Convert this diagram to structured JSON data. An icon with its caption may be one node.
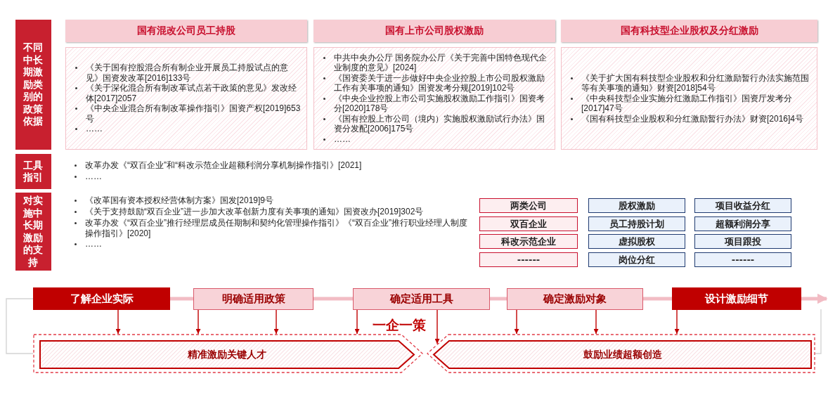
{
  "diagram": {
    "nodes": [
      {
        "text": [
          "不同中长期激励类别的政策依据"
        ]
      },
      {
        "text": [
          "国有混改公司员工持股"
        ]
      },
      {
        "text": [
          "国有上市公司股权激励"
        ]
      },
      {
        "text": [
          "国有科技型企业股权及分红激励"
        ]
      },
      {
        "text": [
          "《关于国有控股混合所有制企业开展员工持股试点的意见》国资发改革[2016]133号",
          "《关于深化混合所有制改革试点若干政策的意见》发改经体[2017]2057",
          "《中央企业混合所有制改革操作指引》国资产权[2019]653号",
          "……"
        ]
      },
      {
        "text": [
          "中共中央办公厅 国务院办公厅《关于完善中国特色现代企业制度的意见》[2024]",
          "《国资委关于进一步做好中央企业控股上市公司股权激励工作有关事项的通知》国资发考分规[2019]102号",
          "《中央企业控股上市公司实施股权激励工作指引》国资考分[2020]178号",
          "《国有控股上市公司（境内）实施股权激励试行办法》国资分发配[2006]175号",
          "……"
        ]
      },
      {
        "text": [
          "《关于扩大国有科技型企业股权和分红激励暂行办法实施范围等有关事项的通知》财资[2018]54号",
          "《中央科技型企业实施分红激励工作指引》国资厅发考分[2017]47号",
          "《国有科技型企业股权和分红激励暂行办法》财资[2016]4号"
        ]
      },
      {
        "text": [
          "工具指引"
        ]
      },
      {
        "text": [
          "对实施中长期激励的支持"
        ]
      },
      {
        "text": [
          "两类公司"
        ]
      },
      {
        "text": [
          "股权激励"
        ]
      },
      {
        "text": [
          "项目收益分红"
        ]
      },
      {
        "text": [
          "双百企业"
        ]
      },
      {
        "text": [
          "员工持股计划"
        ]
      },
      {
        "text": [
          "超额利润分享"
        ]
      },
      {
        "text": [
          "科改示范企业"
        ]
      },
      {
        "text": [
          "虚拟股权"
        ]
      },
      {
        "text": [
          "项目跟投"
        ]
      },
      {
        "text": [
          "------"
        ]
      },
      {
        "text": [
          "岗位分红"
        ]
      },
      {
        "text": [
          "------"
        ]
      },
      {
        "text": [
          "了解企业实际"
        ]
      },
      {
        "text": [
          "明确适用政策"
        ]
      },
      {
        "text": [
          "确定适用工具"
        ]
      },
      {
        "text": [
          "确定激励对象"
        ]
      },
      {
        "text": [
          "设计激励细节"
        ]
      },
      {
        "text": [],
        "shape": "box"
      },
      {
        "text": [
          "精准激励关键人才"
        ],
        "in": 26
      },
      {
        "text": [],
        "shape": "box"
      },
      {
        "text": [
          "鼓励业绩超额创造"
        ],
        "in": 28
      }
    ],
    "edges": [
      {
        "from": 21,
        "to": 22,
        "arrow": "none",
        "style": "thick",
        "color": "#f2bcc4"
      },
      {
        "from": 22,
        "to": 23,
        "arrow": "none",
        "style": "thick",
        "color": "#f2bcc4"
      },
      {
        "from": 23,
        "to": 24,
        "arrow": "none",
        "style": "thick",
        "color": "#f2bcc4"
      },
      {
        "from": 24,
        "to": 25,
        "arrow": "none",
        "style": "thick",
        "color": "#f2bcc4"
      },
      {
        "from": 25,
        "to": null,
        "arrow": "to",
        "style": "thick",
        "color": "#f2bcc4"
      },
      {
        "from": 21,
        "to": 26,
        "arrow": "to"
      },
      {
        "from": 22,
        "to": 26,
        "arrow": "to"
      },
      {
        "from": 22,
        "to": 26,
        "arrow": "to"
      },
      {
        "from": 23,
        "to": 26,
        "arrow": "to"
      },
      {
        "from": 23,
        "to": 28,
        "arrow": "to"
      },
      {
        "from": 24,
        "to": 28,
        "arrow": "to"
      },
      {
        "from": 24,
        "to": 28,
        "arrow": "to"
      },
      {
        "from": 25,
        "to": 28,
        "arrow": "to"
      },
      {
        "from": 26,
        "to": 21,
        "arrow": "none",
        "color": "#d4d4d4"
      },
      {
        "from": 28,
        "to": null,
        "arrow": "none",
        "color": "#d4d4d4"
      }
    ],
    "labels": [
      "改革办发《“双百企业”和“科改示范企业超额利润分享机制操作指引》[2021]",
      "……",
      "《改革国有资本授权经营体制方案》国发[2019]9号",
      "《关于支持鼓励“双百企业”进一步加大改革创新力度有关事项的通知》国资改办[2019]302号",
      "改革办发《“双百企业”推行经理层成员任期制和契约化管理操作指引》《“双百企业”推行职业经理人制度操作指引》[2020]",
      "……",
      "一企一策"
    ]
  }
}
